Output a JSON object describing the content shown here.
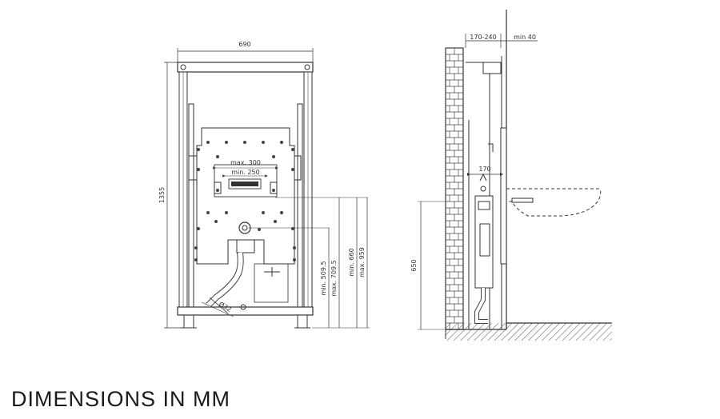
{
  "front_view": {
    "dim_width": "690",
    "dim_height": "1355",
    "dim_max_300": "max. 300",
    "dim_min_250": "min. 250",
    "dim_min_509": "min. 509.5",
    "dim_max_709": "max. 709.5",
    "dim_min_660": "min. 660",
    "dim_max_959": "max. 959",
    "dim_pipe": "Ø32"
  },
  "side_view": {
    "dim_170_240": "170-240",
    "dim_min_40": "min 40",
    "dim_170": "170",
    "dim_650": "650"
  },
  "caption": "DIMENSIONS IN MM"
}
